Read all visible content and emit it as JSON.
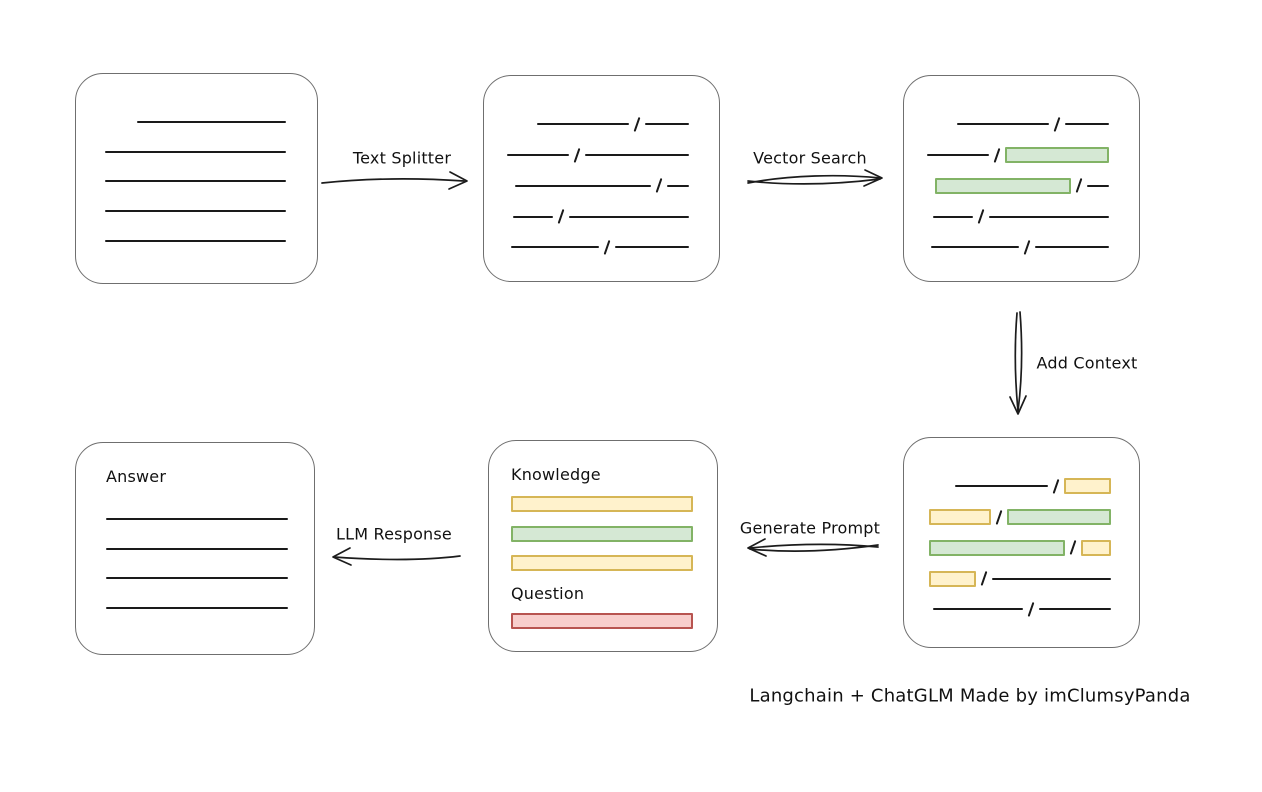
{
  "title": "Langchain + ChatGLM Made by imClumsyPanda",
  "arrows": {
    "text_splitter": {
      "label": "Text Splitter",
      "direction": "right"
    },
    "vector_search": {
      "label": "Vector Search",
      "direction": "right"
    },
    "add_context": {
      "label": "Add Context",
      "direction": "down"
    },
    "generate_prompt": {
      "label": "Generate Prompt",
      "direction": "left"
    },
    "llm_response": {
      "label": "LLM Response",
      "direction": "left"
    }
  },
  "prompt_box": {
    "knowledge_label": "Knowledge",
    "question_label": "Question"
  },
  "answer_box": {
    "label": "Answer"
  },
  "colors": {
    "green_fill": "#d5e8d4",
    "green_stroke": "#82b366",
    "yellow_fill": "#fff2cc",
    "yellow_stroke": "#d6b656",
    "red_fill": "#f8cecc",
    "red_stroke": "#b85450",
    "box_stroke": "#6f6f6f",
    "line": "#1a1a1a",
    "arrow": "#1c1c1c",
    "text": "#111111"
  },
  "boxes": {
    "source": {
      "align": "right",
      "rows": [
        [
          [
            "line",
            149
          ]
        ],
        [
          [
            "line",
            181
          ]
        ],
        [
          [
            "line",
            181
          ]
        ],
        [
          [
            "line",
            181
          ]
        ],
        [
          [
            "line",
            181
          ]
        ]
      ]
    },
    "chunks": {
      "align": "right",
      "rows": [
        [
          [
            "line",
            92
          ],
          [
            "slash"
          ],
          [
            "line",
            44
          ]
        ],
        [
          [
            "line",
            62
          ],
          [
            "slash"
          ],
          [
            "line",
            104
          ]
        ],
        [
          [
            "line",
            136
          ],
          [
            "slash"
          ],
          [
            "line",
            22
          ]
        ],
        [
          [
            "line",
            40
          ],
          [
            "slash"
          ],
          [
            "line",
            120
          ]
        ],
        [
          [
            "line",
            88
          ],
          [
            "slash"
          ],
          [
            "line",
            74
          ]
        ]
      ]
    },
    "matched": {
      "align": "right",
      "rows": [
        [
          [
            "line",
            92
          ],
          [
            "slash"
          ],
          [
            "line",
            44
          ]
        ],
        [
          [
            "line",
            62
          ],
          [
            "slash"
          ],
          [
            "green",
            104
          ]
        ],
        [
          [
            "green",
            136
          ],
          [
            "slash"
          ],
          [
            "line",
            22
          ]
        ],
        [
          [
            "line",
            40
          ],
          [
            "slash"
          ],
          [
            "line",
            120
          ]
        ],
        [
          [
            "line",
            88
          ],
          [
            "slash"
          ],
          [
            "line",
            74
          ]
        ]
      ]
    },
    "context": {
      "align": "right",
      "rows": [
        [
          [
            "line",
            93
          ],
          [
            "slash"
          ],
          [
            "yellow",
            47
          ]
        ],
        [
          [
            "yellow",
            62
          ],
          [
            "slash"
          ],
          [
            "green",
            104
          ]
        ],
        [
          [
            "green",
            136
          ],
          [
            "slash"
          ],
          [
            "yellow",
            30
          ]
        ],
        [
          [
            "yellow",
            47
          ],
          [
            "slash"
          ],
          [
            "line",
            119
          ]
        ],
        [
          [
            "line",
            90
          ],
          [
            "slash"
          ],
          [
            "line",
            72
          ]
        ]
      ]
    },
    "knowledge_bars": {
      "align": "left",
      "rows": [
        [
          [
            "yellow",
            182
          ]
        ],
        [
          [
            "green",
            182
          ]
        ],
        [
          [
            "yellow",
            182
          ]
        ]
      ]
    },
    "question_bar": {
      "align": "left",
      "rows": [
        [
          [
            "red",
            182
          ]
        ]
      ]
    },
    "answer_lines": {
      "align": "left",
      "rows": [
        [
          [
            "line",
            182
          ]
        ],
        [
          [
            "line",
            182
          ]
        ],
        [
          [
            "line",
            182
          ]
        ],
        [
          [
            "line",
            182
          ]
        ]
      ]
    }
  }
}
